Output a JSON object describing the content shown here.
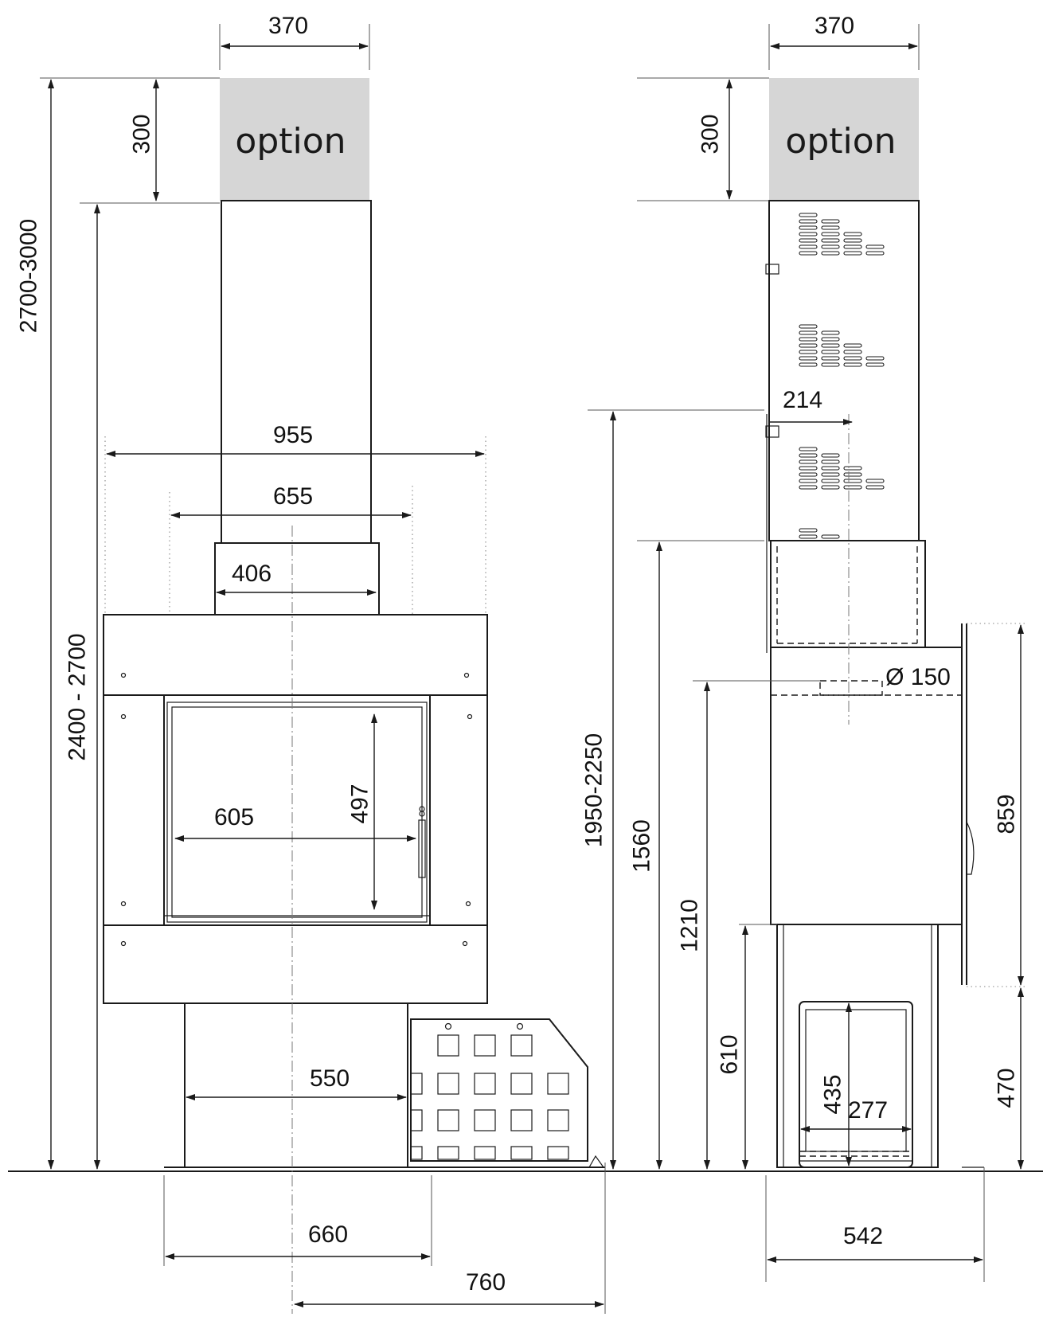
{
  "front_view": {
    "option_label": "option",
    "dimensions": {
      "top_width": "370",
      "option_height": "300",
      "total_height": "2700-3000",
      "stove_height": "2400 - 2700",
      "outer_width": "955",
      "inner_width": "655",
      "flue_width": "406",
      "glass_width": "605",
      "glass_height": "497",
      "base_width": "550",
      "plate_width": "660",
      "plate_depth": "760"
    }
  },
  "side_view": {
    "option_label": "option",
    "dimensions": {
      "top_width": "370",
      "option_height": "300",
      "flue_offset": "214",
      "connection_height": "1950-2250",
      "collar_height": "1560",
      "outlet_diameter": "Ø 150",
      "outlet_height": "1210",
      "door_height": "859",
      "ash_height": "610",
      "ash_door_height": "435",
      "ash_door_width": "277",
      "floor_to_door": "470",
      "depth": "542"
    }
  }
}
